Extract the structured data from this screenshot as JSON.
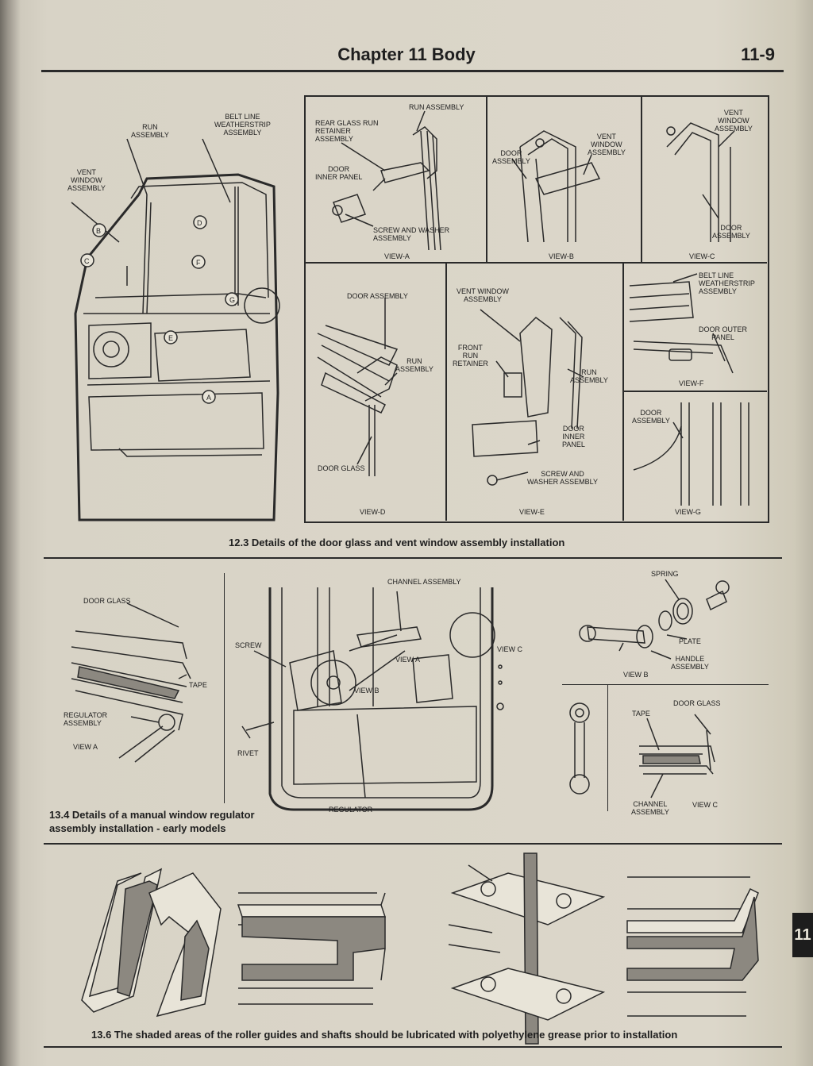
{
  "header": {
    "chapter": "Chapter 11  Body",
    "page_number": "11-9"
  },
  "fig_12_3": {
    "caption": "12.3 Details of the door glass and vent window assembly installation",
    "main_labels": {
      "run_assembly": "RUN\nASSEMBLY",
      "belt_line": "BELT LINE\nWEATHERSTRIP\nASSEMBLY",
      "vent_window": "VENT\nWINDOW\nASSEMBLY",
      "callouts": [
        "A",
        "B",
        "C",
        "D",
        "E",
        "F",
        "G"
      ]
    },
    "view_a": {
      "title": "VIEW-A",
      "run": "RUN ASSEMBLY",
      "rear_glass": "REAR GLASS RUN\nRETAINER\nASSEMBLY",
      "inner_panel": "DOOR\nINNER PANEL",
      "screw": "SCREW AND WASHER\nASSEMBLY"
    },
    "view_b": {
      "title": "VIEW-B",
      "door": "DOOR\nASSEMBLY",
      "vent": "VENT\nWINDOW\nASSEMBLY"
    },
    "view_c": {
      "title": "VIEW-C",
      "vent": "VENT\nWINDOW\nASSEMBLY",
      "door": "DOOR\nASSEMBLY"
    },
    "view_d": {
      "title": "VIEW-D",
      "door": "DOOR ASSEMBLY",
      "run": "RUN\nASSEMBLY",
      "glass": "DOOR GLASS"
    },
    "view_e": {
      "title": "VIEW-E",
      "vent": "VENT WINDOW\nASSEMBLY",
      "front": "FRONT\nRUN\nRETAINER",
      "run": "RUN\nASSEMBLY",
      "inner": "DOOR\nINNER\nPANEL",
      "screw": "SCREW AND\nWASHER ASSEMBLY"
    },
    "view_f": {
      "title": "VIEW-F",
      "belt": "BELT LINE\nWEATHERSTRIP\nASSEMBLY",
      "outer": "DOOR OUTER\nPANEL"
    },
    "view_g": {
      "title": "VIEW-G",
      "door": "DOOR\nASSEMBLY"
    }
  },
  "fig_13_4": {
    "caption": "13.4 Details of a manual window regulator\nassembly installation - early models",
    "labels": {
      "door_glass": "DOOR GLASS",
      "tape": "TAPE",
      "regulator_assembly": "REGULATOR\nASSEMBLY",
      "view_a": "VIEW A",
      "channel": "CHANNEL ASSEMBLY",
      "screw": "SCREW",
      "view_a2": "VIEW A",
      "view_b": "VIEW B",
      "view_c": "VIEW C",
      "rivet": "RIVET",
      "regulator": "REGULATOR",
      "spring": "SPRING",
      "plate": "PLATE",
      "handle": "HANDLE\nASSEMBLY",
      "view_b2": "VIEW B",
      "door_glass2": "DOOR GLASS",
      "tape2": "TAPE",
      "channel2": "CHANNEL\nASSEMBLY",
      "view_c2": "VIEW C"
    }
  },
  "fig_13_6": {
    "caption": "13.6 The shaded areas of the roller guides and shafts should be lubricated with polyethylene grease prior to installation"
  },
  "side_tab": "11"
}
